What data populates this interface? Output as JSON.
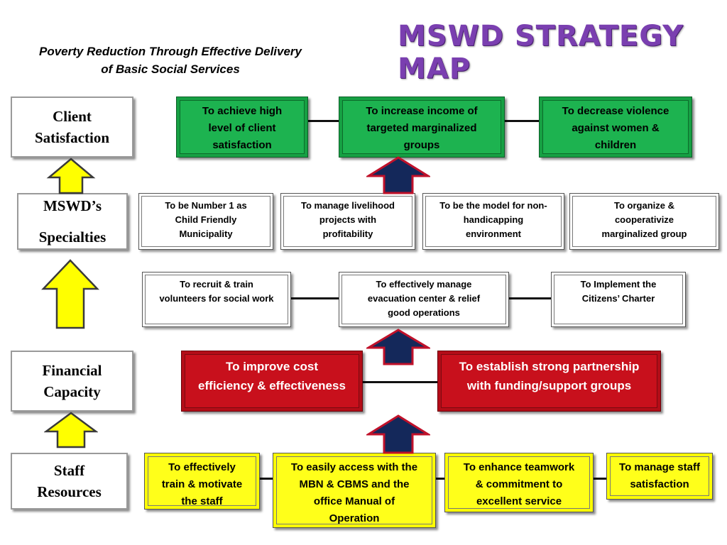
{
  "header": {
    "title": "MSWD STRATEGY MAP",
    "subtitle_line1": "Poverty Reduction Through Effective Delivery",
    "subtitle_line2": "of Basic Social Services"
  },
  "categories": {
    "client_line1": "Client",
    "client_line2": "Satisfaction",
    "specialties_line1": "MSWD’s",
    "specialties_line2": "Specialties",
    "financial_line1": "Financial",
    "financial_line2": "Capacity",
    "staff_line1": "Staff",
    "staff_line2": "Resources"
  },
  "client_goals": [
    {
      "lines": [
        "To achieve high",
        "level of client",
        "satisfaction"
      ]
    },
    {
      "lines": [
        "To increase income of",
        "targeted marginalized",
        "groups"
      ]
    },
    {
      "lines": [
        "To decrease violence",
        "against women &",
        "children"
      ]
    }
  ],
  "specialties_row1": [
    {
      "lines": [
        "To be Number 1 as",
        "Child Friendly",
        "Municipality"
      ]
    },
    {
      "lines": [
        "To manage livelihood",
        "projects with",
        "profitability"
      ]
    },
    {
      "lines": [
        "To be the model for non-",
        "handicapping",
        "environment"
      ]
    },
    {
      "lines": [
        "To organize &",
        "cooperativize",
        "marginalized group"
      ]
    }
  ],
  "specialties_row2": [
    {
      "lines": [
        "To recruit & train",
        "volunteers for social work"
      ]
    },
    {
      "lines": [
        "To effectively manage",
        "evacuation center & relief",
        "good operations"
      ]
    },
    {
      "lines": [
        "To Implement the",
        "Citizens’  Charter"
      ]
    }
  ],
  "financial_goals": [
    {
      "lines": [
        "To improve cost",
        "efficiency & effectiveness"
      ]
    },
    {
      "lines": [
        "To establish strong partnership",
        "with funding/support groups"
      ]
    }
  ],
  "staff_goals": [
    {
      "lines": [
        "To effectively",
        "train & motivate",
        "the staff"
      ]
    },
    {
      "lines": [
        "To easily access with the",
        "MBN & CBMS  and  the",
        "office Manual of",
        "Operation"
      ]
    },
    {
      "lines": [
        "To enhance teamwork",
        "& commitment to",
        "excellent service"
      ]
    },
    {
      "lines": [
        "To manage staff",
        "satisfaction"
      ]
    }
  ],
  "colors": {
    "title": "#7a3fb0",
    "green_box": "#1db350",
    "red_box": "#c8101c",
    "yellow_box": "#ffff1a",
    "yellow_arrow": "#ffff00",
    "navy_arrow": "#14285a",
    "arrow_border_red": "#c0112a"
  }
}
